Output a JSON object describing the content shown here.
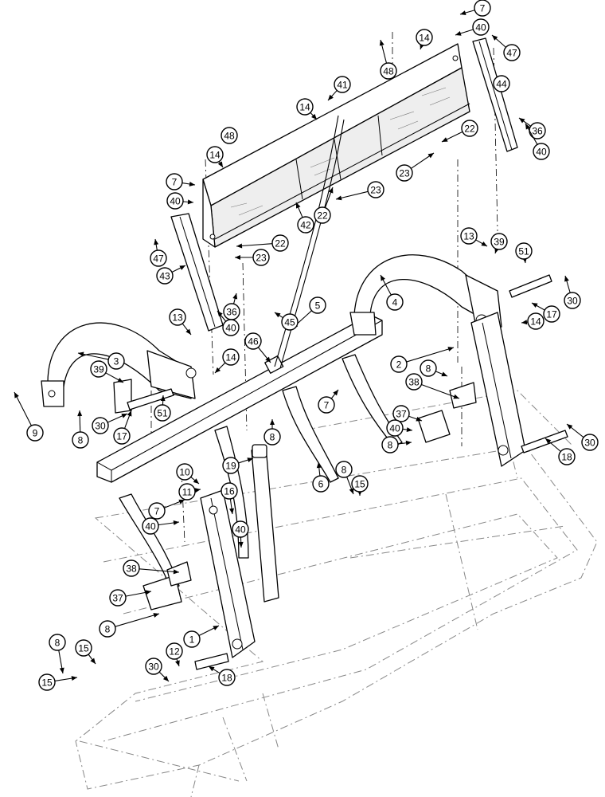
{
  "callouts": [
    {
      "label": "7"
    },
    {
      "label": "40"
    },
    {
      "label": "47"
    },
    {
      "label": "14"
    },
    {
      "label": "48"
    },
    {
      "label": "41"
    },
    {
      "label": "44"
    },
    {
      "label": "36"
    },
    {
      "label": "40"
    },
    {
      "label": "14"
    },
    {
      "label": "22"
    },
    {
      "label": "48"
    },
    {
      "label": "14"
    },
    {
      "label": "23"
    },
    {
      "label": "7"
    },
    {
      "label": "23"
    },
    {
      "label": "40"
    },
    {
      "label": "42"
    },
    {
      "label": "22"
    },
    {
      "label": "22"
    },
    {
      "label": "47"
    },
    {
      "label": "23"
    },
    {
      "label": "43"
    },
    {
      "label": "13"
    },
    {
      "label": "39"
    },
    {
      "label": "51"
    },
    {
      "label": "36"
    },
    {
      "label": "40"
    },
    {
      "label": "30"
    },
    {
      "label": "17"
    },
    {
      "label": "4"
    },
    {
      "label": "5"
    },
    {
      "label": "45"
    },
    {
      "label": "13"
    },
    {
      "label": "14"
    },
    {
      "label": "46"
    },
    {
      "label": "14"
    },
    {
      "label": "3"
    },
    {
      "label": "2"
    },
    {
      "label": "39"
    },
    {
      "label": "8"
    },
    {
      "label": "38"
    },
    {
      "label": "9"
    },
    {
      "label": "51"
    },
    {
      "label": "8"
    },
    {
      "label": "30"
    },
    {
      "label": "17"
    },
    {
      "label": "7"
    },
    {
      "label": "37"
    },
    {
      "label": "40"
    },
    {
      "label": "8"
    },
    {
      "label": "8"
    },
    {
      "label": "30"
    },
    {
      "label": "18"
    },
    {
      "label": "19"
    },
    {
      "label": "8"
    },
    {
      "label": "15"
    },
    {
      "label": "10"
    },
    {
      "label": "6"
    },
    {
      "label": "11"
    },
    {
      "label": "16"
    },
    {
      "label": "7"
    },
    {
      "label": "40"
    },
    {
      "label": "40"
    },
    {
      "label": "38"
    },
    {
      "label": "37"
    },
    {
      "label": "8"
    },
    {
      "label": "1"
    },
    {
      "label": "8"
    },
    {
      "label": "15"
    },
    {
      "label": "12"
    },
    {
      "label": "30"
    },
    {
      "label": "18"
    },
    {
      "label": "15"
    }
  ]
}
